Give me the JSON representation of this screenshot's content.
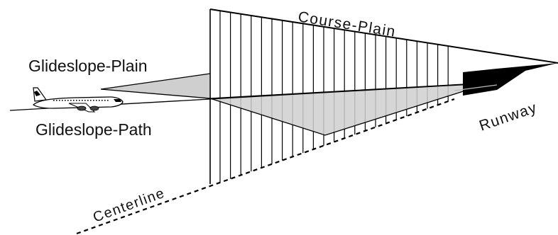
{
  "diagram": {
    "labels": {
      "course_plane": "Course-Plain",
      "glideslope_plane": "Glideslope-Plain",
      "glideslope_path": "Glideslope-Path",
      "runway": "Runway",
      "centerline": "Centerline"
    },
    "colors": {
      "line": "#000000",
      "plane_fill": "#d0d0d0",
      "runway": "#000000",
      "aircraft": "#ffffff"
    },
    "icons": {
      "aircraft": "airliner-icon",
      "runway": "runway-shape"
    }
  }
}
